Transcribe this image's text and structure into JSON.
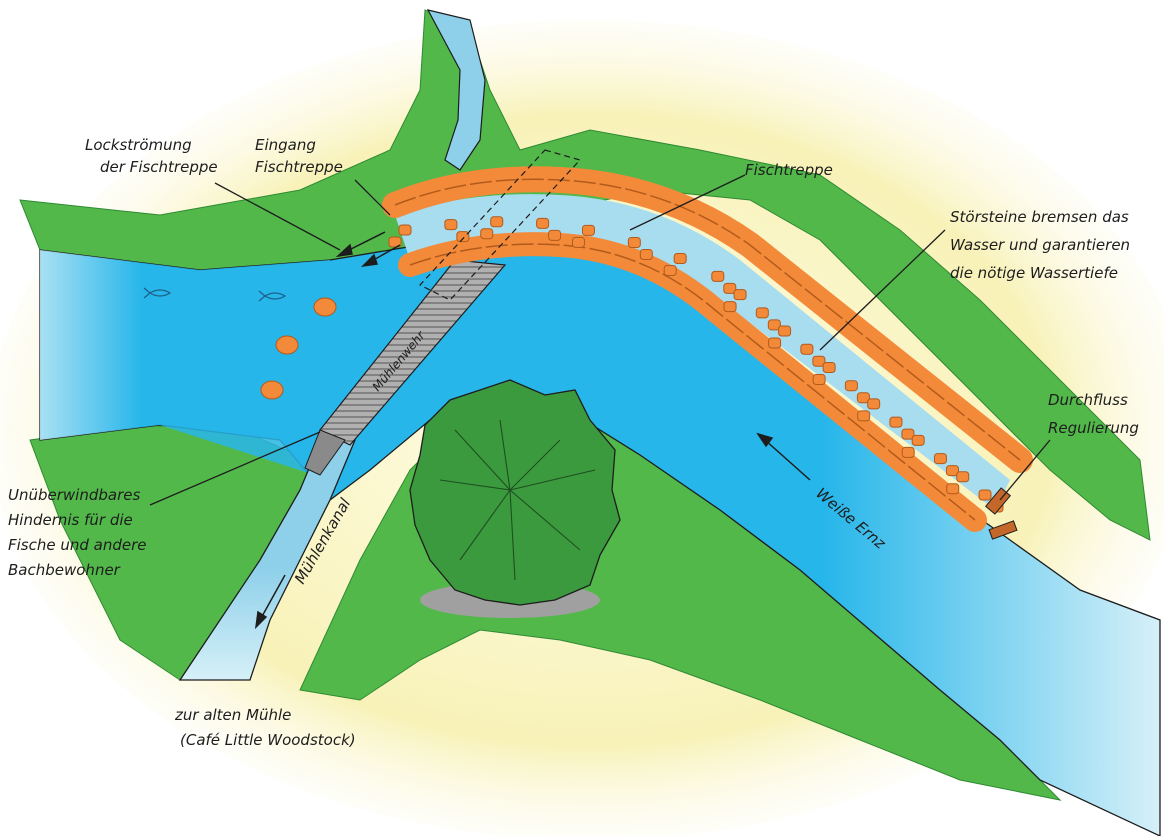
{
  "labels": {
    "lockstroemung": [
      "Lockströmung",
      "der Fischtreppe"
    ],
    "eingang": [
      "Eingang",
      "Fischtreppe"
    ],
    "fischtreppe": "Fischtreppe",
    "stoersteine": [
      "Störsteine bremsen das",
      "Wasser und garantieren",
      "die nötige Wassertiefe"
    ],
    "durchfluss": [
      "Durchfluss",
      "Regulierung"
    ],
    "hindernis": [
      "Unüberwindbares",
      "Hindernis für die",
      "Fische und andere",
      "Bachbewohner"
    ],
    "muehle": [
      "zur alten Mühle",
      "(Café Little Woodstock)"
    ],
    "muehlenwehr": "Mühlenwehr",
    "muehlenkanal": "Mühlenkanal",
    "weisse_ernz": "Weiße Ernz"
  },
  "colors": {
    "background_glow": "#fbf7c8",
    "grass": "#52b84a",
    "grass_dark": "#2f8a31",
    "water": "#27b6ea",
    "water_light": "#a8dcef",
    "stones": "#f28a3a",
    "stones_outline": "#b35a1b",
    "weir": "#9b9b9b",
    "tree": "#3c9a3e",
    "tree_dark": "#1f6b25"
  },
  "icons": [
    "fish-icon",
    "flow-arrow-icon",
    "tree-icon"
  ]
}
